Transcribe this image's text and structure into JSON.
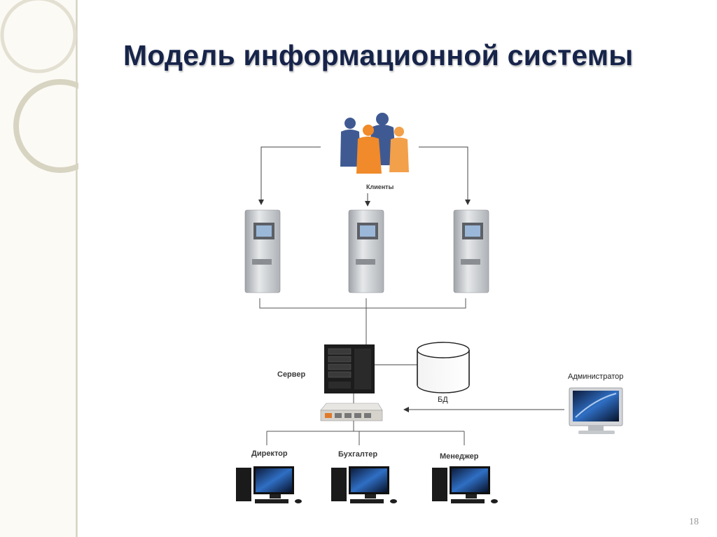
{
  "slide": {
    "title": "Модель информационной системы",
    "page_number": "18"
  },
  "diagram": {
    "clients_label": "Клиенты",
    "server_label": "Сервер",
    "db_label": "БД",
    "admin_label": "Администратор",
    "workstations": [
      {
        "label": "Директор"
      },
      {
        "label": "Бухгалтер"
      },
      {
        "label": "Менеджер"
      }
    ]
  },
  "colors": {
    "title": "#17244a",
    "people_blue": "#3f5a93",
    "people_orange": "#f08a2a",
    "kiosk_gray": "#c9ccd0",
    "server_black": "#1c1c1c"
  },
  "icons": [
    "people-icon",
    "terminal-kiosk-icon",
    "server-icon",
    "database-icon",
    "network-switch-icon",
    "monitor-icon",
    "desktop-computer-icon"
  ]
}
